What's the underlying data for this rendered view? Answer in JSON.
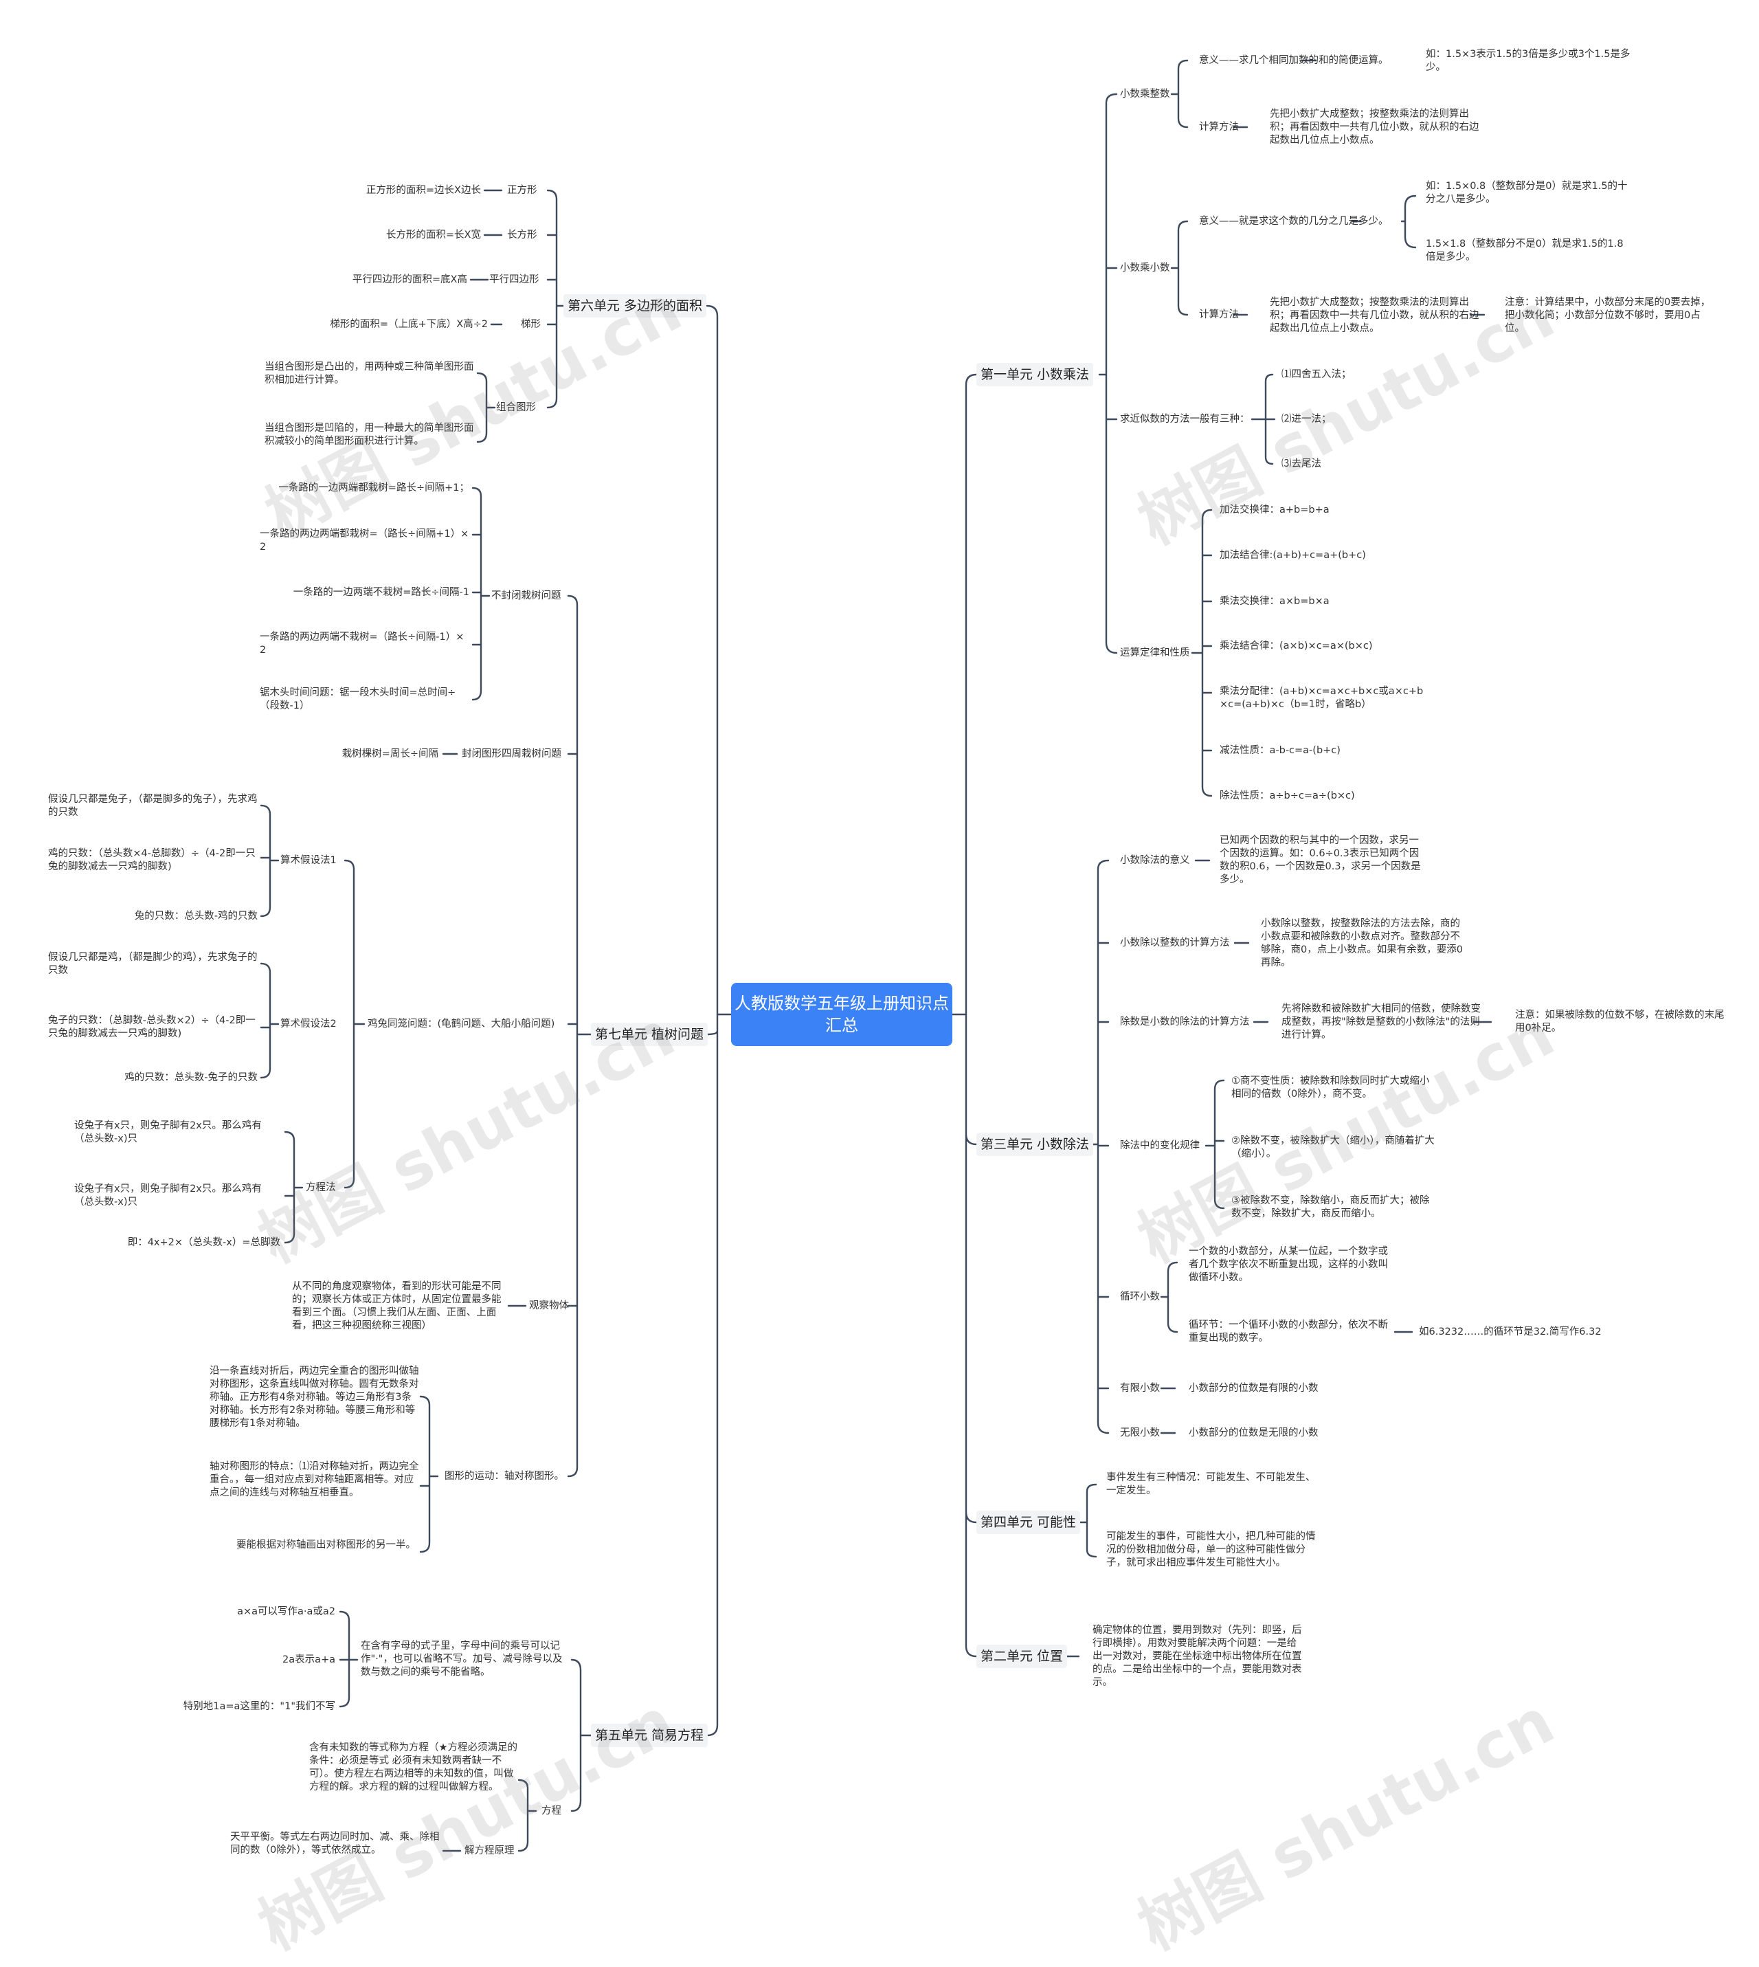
{
  "root": "人教版数学五年级上册知识点汇总",
  "watermark": "树图 shutu.cn",
  "colors": {
    "root_bg": "#3b82f6",
    "line": "#3e4a5c",
    "branch_bg": "#f2f3f5"
  },
  "branches": {
    "u1": "第一单元 小数乘法",
    "u3": "第三单元 小数除法",
    "u4": "第四单元 可能性",
    "u2": "第二单元 位置",
    "u6": "第六单元 多边形的面积",
    "u7": "第七单元 植树问题",
    "u5": "第五单元 简易方程"
  },
  "nodes": {
    "n1": "小数乘整数",
    "n2": "意义——求几个相同加数的和的简便运算。",
    "n3": "如：1.5×3表示1.5的3倍是多少或3个1.5是多少。",
    "n4": "计算方法",
    "n5": "先把小数扩大成整数；按整数乘法的法则算出积；再看因数中一共有几位小数，就从积的右边起数出几位点上小数点。",
    "n6": "小数乘小数",
    "n7": "意义——就是求这个数的几分之几是多少。",
    "n8": "如：1.5×0.8（整数部分是0）就是求1.5的十分之八是多少。",
    "n9": "1.5×1.8（整数部分不是0）就是求1.5的1.8倍是多少。",
    "n10": "计算方法",
    "n11": "先把小数扩大成整数；按整数乘法的法则算出积；再看因数中一共有几位小数，就从积的右边起数出几位点上小数点。",
    "n12": "注意：计算结果中，小数部分末尾的0要去掉，把小数化简；小数部分位数不够时，要用0占位。",
    "n13": "求近似数的方法一般有三种：",
    "n14": "⑴四舍五入法；",
    "n15": "⑵进一法；",
    "n16": "⑶去尾法",
    "n17": "运算定律和性质",
    "n18": "加法交换律：a+b=b+a",
    "n19": "加法结合律:(a+b)+c=a+(b+c)",
    "n20": "乘法交换律：a×b=b×a",
    "n21": "乘法结合律：(a×b)×c=a×(b×c)",
    "n22": "乘法分配律：(a+b)×c=a×c+b×c或a×c+b×c=(a+b)×c（b=1时，省略b）",
    "n23": "减法性质：a-b-c=a-(b+c)",
    "n24": "除法性质：a÷b÷c=a÷(b×c)",
    "n25": "小数除法的意义",
    "n26": "已知两个因数的积与其中的一个因数，求另一个因数的运算。如：0.6÷0.3表示已知两个因数的积0.6，一个因数是0.3，求另一个因数是多少。",
    "n27": "小数除以整数的计算方法",
    "n28": "小数除以整数，按整数除法的方法去除，商的小数点要和被除数的小数点对齐。整数部分不够除，商0，点上小数点。如果有余数，要添0再除。",
    "n29": "除数是小数的除法的计算方法",
    "n30": "先将除数和被除数扩大相同的倍数，使除数变成整数，再按\"除数是整数的小数除法\"的法则进行计算。",
    "n31": "注意：如果被除数的位数不够，在被除数的末尾用0补足。",
    "n32": "除法中的变化规律",
    "n33": "①商不变性质：被除数和除数同时扩大或缩小相同的倍数（0除外），商不变。",
    "n34": "②除数不变，被除数扩大（缩小），商随着扩大（缩小）。",
    "n35": "③被除数不变，除数缩小，商反而扩大；被除数不变，除数扩大，商反而缩小。",
    "n36": "循环小数",
    "n37": "一个数的小数部分，从某一位起，一个数字或者几个数字依次不断重复出现，这样的小数叫做循环小数。",
    "n38": "循环节：一个循环小数的小数部分，依次不断重复出现的数字。",
    "n39": "如6.3232……的循环节是32.简写作6.32",
    "n40": "有限小数",
    "n41": "小数部分的位数是有限的小数",
    "n42": "无限小数",
    "n43": "小数部分的位数是无限的小数",
    "n44": "事件发生有三种情况：可能发生、不可能发生、一定发生。",
    "n45": "可能发生的事件，可能性大小，把几种可能的情况的份数相加做分母，单一的这种可能性做分子，就可求出相应事件发生可能性大小。",
    "n46": "确定物体的位置，要用到数对（先列：即竖，后行即横排）。用数对要能解决两个问题：一是给出一对数对，要能在坐标途中标出物体所在位置的点。二是给出坐标中的一个点，要能用数对表示。",
    "m1": "正方形",
    "m2": "正方形的面积=边长X边长",
    "m3": "长方形",
    "m4": "长方形的面积=长X宽",
    "m5": "平行四边形",
    "m6": "平行四边形的面积=底X高",
    "m7": "梯形",
    "m8": "梯形的面积=（上底+下底）X高÷2",
    "m9": "组合图形",
    "m10": "当组合图形是凸出的，用两种或三种简单图形面积相加进行计算。",
    "m11": "当组合图形是凹陷的，用一种最大的简单图形面积减较小的简单图形面积进行计算。",
    "m12": "不封闭栽树问题",
    "m13": "一条路的一边两端都栽树=路长÷间隔+1；",
    "m14": "一条路的两边两端都栽树=（路长÷间隔+1）×2",
    "m15": "一条路的一边两端不栽树=路长÷间隔-1",
    "m16": "一条路的两边两端不栽树=（路长÷间隔-1）×2",
    "m17": "锯木头时间问题：锯一段木头时间=总时间÷（段数-1）",
    "m18": "封闭图形四周栽树问题",
    "m19": "栽树棵树=周长÷间隔",
    "m20": "鸡兔同笼问题：(龟鹤问题、大船小船问题)",
    "m21": "算术假设法1",
    "m22": "假设几只都是兔子，（都是脚多的兔子），先求鸡的只数",
    "m23": "鸡的只数：（总头数×4-总脚数）÷（4-2即一只兔的脚数减去一只鸡的脚数)",
    "m24": "兔的只数：总头数-鸡的只数",
    "m25": "算术假设法2",
    "m26": "假设几只都是鸡，（都是脚少的鸡），先求兔子的只数",
    "m27": "兔子的只数：（总脚数-总头数×2）÷（4-2即一只兔的脚数减去一只鸡的脚数)",
    "m28": "鸡的只数：总头数-兔子的只数",
    "m29": "方程法",
    "m30": "设兔子有x只，则兔子脚有2x只。那么鸡有（总头数-x)只",
    "m31": "设兔子有x只，则兔子脚有2x只。那么鸡有（总头数-x)只",
    "m32": "即：4x+2×（总头数-x）=总脚数",
    "m33": "观察物体",
    "m34": "从不同的角度观察物体，看到的形状可能是不同的；观察长方体或正方体时，从固定位置最多能看到三个面。（习惯上我们从左面、正面、上面看，把这三种视图统称三视图）",
    "m35": "图形的运动：轴对称图形。",
    "m36": "沿一条直线对折后，两边完全重合的图形叫做轴对称图形，这条直线叫做对称轴。圆有无数条对称轴。正方形有4条对称轴。等边三角形有3条对称轴。长方形有2条对称轴。等腰三角形和等腰梯形有1条对称轴。",
    "m37": "轴对称图形的特点：⑴沿对称轴对折，两边完全重合。，每一组对应点到对称轴距离相等。对应点之间的连线与对称轴互相垂直。",
    "m38": "要能根据对称轴画出对称图形的另一半。",
    "m39": "在含有字母的式子里，字母中间的乘号可以记作\"·\"，也可以省略不写。加号、减号除号以及数与数之间的乘号不能省略。",
    "m40": "a×a可以写作a·a或a2",
    "m41": "2a表示a+a",
    "m42": "特别地1a=a这里的：\"1\"我们不写",
    "m43": "方程",
    "m44": "含有未知数的等式称为方程（★方程必须满足的条件：必须是等式 必须有未知数两者缺一不可）。使方程左右两边相等的未知数的值，叫做方程的解。求方程的解的过程叫做解方程。",
    "m45": "解方程原理",
    "m46": "天平平衡。等式左右两边同时加、减、乘、除相同的数（0除外），等式依然成立。"
  }
}
